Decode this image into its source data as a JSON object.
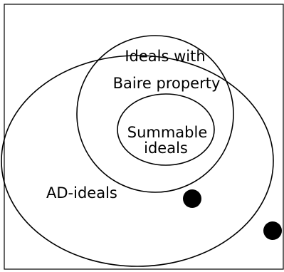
{
  "regions": {
    "baire": {
      "label_line1": "Ideals with",
      "label_line2": "Baire property"
    },
    "summable": {
      "label_line1": "Summable",
      "label_line2": "ideals"
    },
    "ad": {
      "label": "AD-ideals"
    }
  },
  "colors": {
    "stroke": "#000000",
    "dot": "#000000",
    "background": "#ffffff"
  }
}
